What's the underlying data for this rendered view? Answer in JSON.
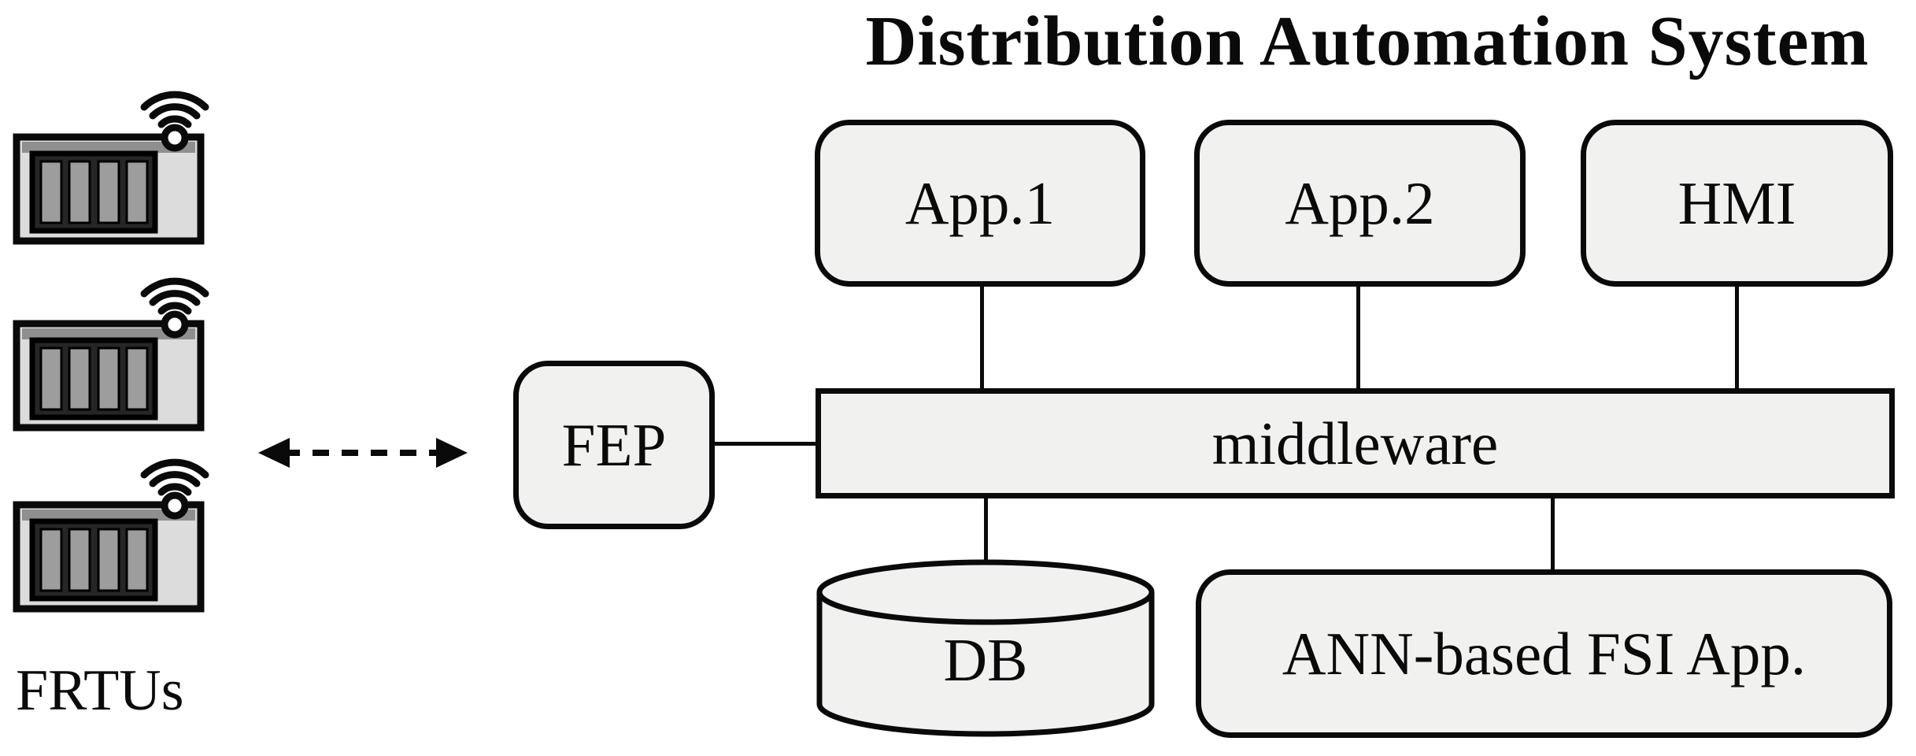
{
  "diagram": {
    "title": "Distribution Automation System",
    "frtus": {
      "label": "FRTUs",
      "count": 3
    },
    "nodes": {
      "fep": {
        "label": "FEP"
      },
      "middleware": {
        "label": "middleware"
      },
      "app1": {
        "label": "App.1"
      },
      "app2": {
        "label": "App.2"
      },
      "hmi": {
        "label": "HMI"
      },
      "db": {
        "label": "DB"
      },
      "ann_fsi": {
        "label": "ANN-based FSI App."
      }
    },
    "edges": [
      {
        "from": "FRTUs",
        "to": "FEP",
        "style": "dashed-double-arrow"
      },
      {
        "from": "FEP",
        "to": "middleware",
        "style": "solid"
      },
      {
        "from": "App.1",
        "to": "middleware",
        "style": "solid"
      },
      {
        "from": "App.2",
        "to": "middleware",
        "style": "solid"
      },
      {
        "from": "HMI",
        "to": "middleware",
        "style": "solid"
      },
      {
        "from": "middleware",
        "to": "DB",
        "style": "solid"
      },
      {
        "from": "middleware",
        "to": "ANN-based FSI App.",
        "style": "solid"
      }
    ],
    "colors": {
      "background": "#ffffff",
      "node_fill": "#f1f1f0",
      "node_border": "#0a0a0a",
      "frtu_body": "#dcdcdc",
      "frtu_top_strip": "#8f8f8f",
      "frtu_panel": "#262626",
      "frtu_bar": "#9d9d9d"
    }
  }
}
